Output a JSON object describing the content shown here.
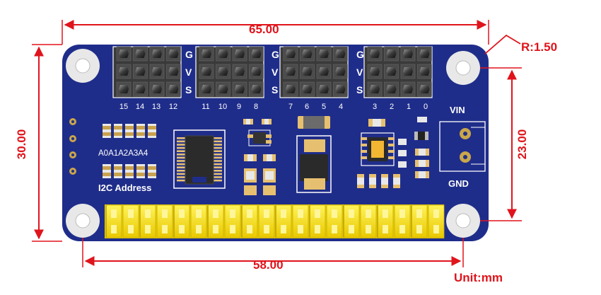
{
  "dimensions": {
    "width": "65.00",
    "height": "30.00",
    "hole_spacing_x": "58.00",
    "hole_spacing_y": "23.00",
    "corner_radius": "R:1.50",
    "unit": "Unit:mm"
  },
  "servo_header": {
    "row_labels": [
      "G",
      "V",
      "S"
    ],
    "channels": [
      "15",
      "14",
      "13",
      "12",
      "11",
      "10",
      "9",
      "8",
      "7",
      "6",
      "5",
      "4",
      "3",
      "2",
      "1",
      "0"
    ]
  },
  "address": {
    "pins": "A0A1A2A3A4",
    "title": "I2C Address"
  },
  "power": {
    "vin": "VIN",
    "gnd": "GND"
  },
  "colors": {
    "pcb": "#1f2d8a",
    "dimension": "#e0141c",
    "header_pin": "#f5e000",
    "servo_pin": "#2a2a2a"
  }
}
